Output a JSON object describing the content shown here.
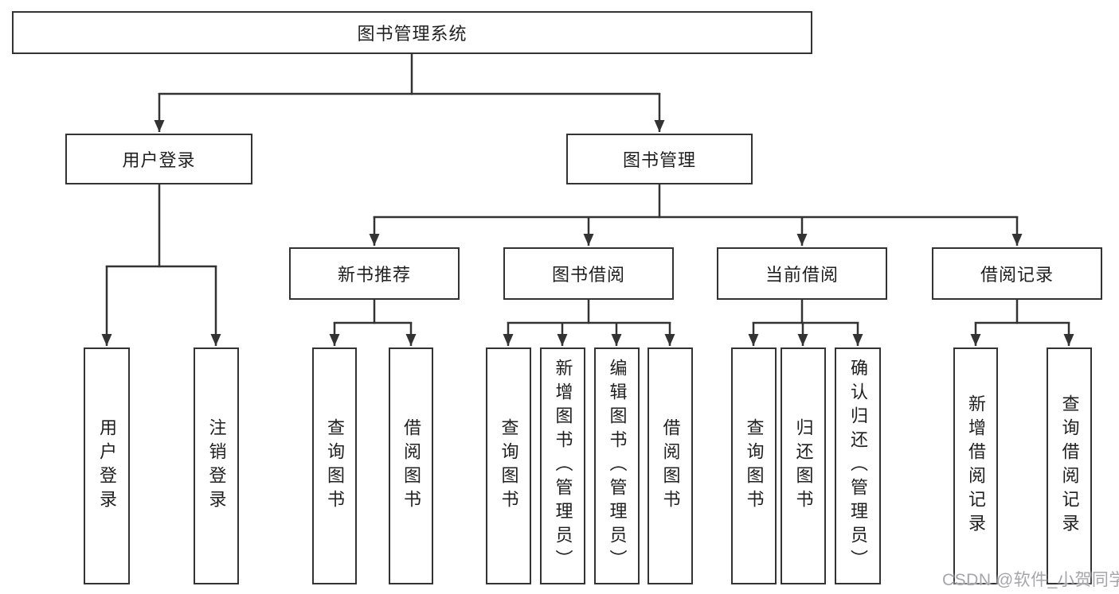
{
  "tree": {
    "root": {
      "label": "图书管理系统"
    },
    "user_branch": {
      "label": "用户登录",
      "children": [
        {
          "label": "用户登录"
        },
        {
          "label": "注销登录"
        }
      ]
    },
    "book_branch": {
      "label": "图书管理",
      "groups": [
        {
          "label": "新书推荐",
          "children": [
            {
              "label": "查询图书"
            },
            {
              "label": "借阅图书"
            }
          ]
        },
        {
          "label": "图书借阅",
          "children": [
            {
              "label": "查询图书"
            },
            {
              "label": "新增图书（管理员）"
            },
            {
              "label": "编辑图书（管理员）"
            },
            {
              "label": "借阅图书"
            }
          ]
        },
        {
          "label": "当前借阅",
          "children": [
            {
              "label": "查询图书"
            },
            {
              "label": "归还图书"
            },
            {
              "label": "确认归还（管理员）"
            }
          ]
        },
        {
          "label": "借阅记录",
          "children": [
            {
              "label": "新增借阅记录"
            },
            {
              "label": "查询借阅记录"
            }
          ]
        }
      ]
    }
  },
  "watermark": {
    "text": "CSDN @软件_小贺同学"
  },
  "colors": {
    "line": "#333333",
    "box_border": "#333333",
    "box_fill": "#ffffff",
    "text": "#1f1f1f",
    "watermark": "#a5a5aa",
    "background": "#ffffff"
  }
}
